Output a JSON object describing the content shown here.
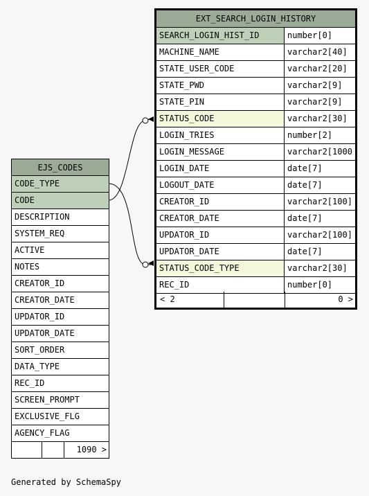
{
  "ext_table": {
    "title": "EXT_SEARCH_LOGIN_HISTORY",
    "columns": [
      {
        "name": "SEARCH_LOGIN_HIST_ID",
        "type": "number[0]",
        "kind": "pk"
      },
      {
        "name": "MACHINE_NAME",
        "type": "varchar2[40]",
        "kind": ""
      },
      {
        "name": "STATE_USER_CODE",
        "type": "varchar2[20]",
        "kind": ""
      },
      {
        "name": "STATE_PWD",
        "type": "varchar2[9]",
        "kind": ""
      },
      {
        "name": "STATE_PIN",
        "type": "varchar2[9]",
        "kind": ""
      },
      {
        "name": "STATUS_CODE",
        "type": "varchar2[30]",
        "kind": "fk"
      },
      {
        "name": "LOGIN_TRIES",
        "type": "number[2]",
        "kind": ""
      },
      {
        "name": "LOGIN_MESSAGE",
        "type": "varchar2[1000",
        "kind": ""
      },
      {
        "name": "LOGIN_DATE",
        "type": "date[7]",
        "kind": ""
      },
      {
        "name": "LOGOUT_DATE",
        "type": "date[7]",
        "kind": ""
      },
      {
        "name": "CREATOR_ID",
        "type": "varchar2[100]",
        "kind": ""
      },
      {
        "name": "CREATOR_DATE",
        "type": "date[7]",
        "kind": ""
      },
      {
        "name": "UPDATOR_ID",
        "type": "varchar2[100]",
        "kind": ""
      },
      {
        "name": "UPDATOR_DATE",
        "type": "date[7]",
        "kind": ""
      },
      {
        "name": "STATUS_CODE_TYPE",
        "type": "varchar2[30]",
        "kind": "fk"
      },
      {
        "name": "REC_ID",
        "type": "number[0]",
        "kind": ""
      }
    ],
    "footer_left": "< 2",
    "footer_right": "0 >"
  },
  "ejs_table": {
    "title": "EJS_CODES",
    "columns": [
      {
        "name": "CODE_TYPE",
        "kind": "pk"
      },
      {
        "name": "CODE",
        "kind": "pk"
      },
      {
        "name": "DESCRIPTION",
        "kind": ""
      },
      {
        "name": "SYSTEM_REQ",
        "kind": ""
      },
      {
        "name": "ACTIVE",
        "kind": ""
      },
      {
        "name": "NOTES",
        "kind": ""
      },
      {
        "name": "CREATOR_ID",
        "kind": ""
      },
      {
        "name": "CREATOR_DATE",
        "kind": ""
      },
      {
        "name": "UPDATOR_ID",
        "kind": ""
      },
      {
        "name": "UPDATOR_DATE",
        "kind": ""
      },
      {
        "name": "SORT_ORDER",
        "kind": ""
      },
      {
        "name": "DATA_TYPE",
        "kind": ""
      },
      {
        "name": "REC_ID",
        "kind": ""
      },
      {
        "name": "SCREEN_PROMPT",
        "kind": ""
      },
      {
        "name": "EXCLUSIVE_FLG",
        "kind": ""
      },
      {
        "name": "AGENCY_FLAG",
        "kind": ""
      }
    ],
    "footer_right": "1090 >"
  },
  "relationships": [
    {
      "from": "ejs_table.CODE",
      "to": "ext_table.STATUS_CODE"
    },
    {
      "from": "ejs_table.CODE_TYPE",
      "to": "ext_table.STATUS_CODE_TYPE"
    }
  ],
  "generated_by": "Generated by SchemaSpy",
  "colors": {
    "background": "#f7f7f7",
    "title_bg": "#9bab96",
    "pk_bg": "#bed1b8",
    "fk_bg": "#f4f7da"
  }
}
